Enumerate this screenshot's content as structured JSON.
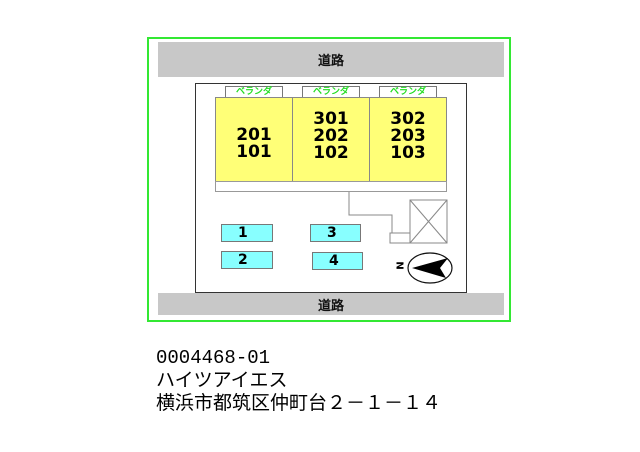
{
  "site_plan": {
    "road_top": "道路",
    "road_bottom": "道路",
    "balconies": [
      "ベランダ",
      "ベランダ",
      "ベランダ"
    ],
    "units": [
      [
        "201",
        "101"
      ],
      [
        "301",
        "202",
        "102"
      ],
      [
        "302",
        "203",
        "103"
      ]
    ],
    "parking": [
      "1",
      "2",
      "3",
      "4"
    ],
    "compass_label": "N"
  },
  "info": {
    "property_id": "0004468-01",
    "property_name": "ハイツアイエス",
    "address": "横浜市都筑区仲町台２－１－１４"
  },
  "colors": {
    "border": "#33e833",
    "building": "#ffff77",
    "parking": "#88ffff",
    "road": "#c8c8c8",
    "balcony_text": "#22dd22"
  }
}
